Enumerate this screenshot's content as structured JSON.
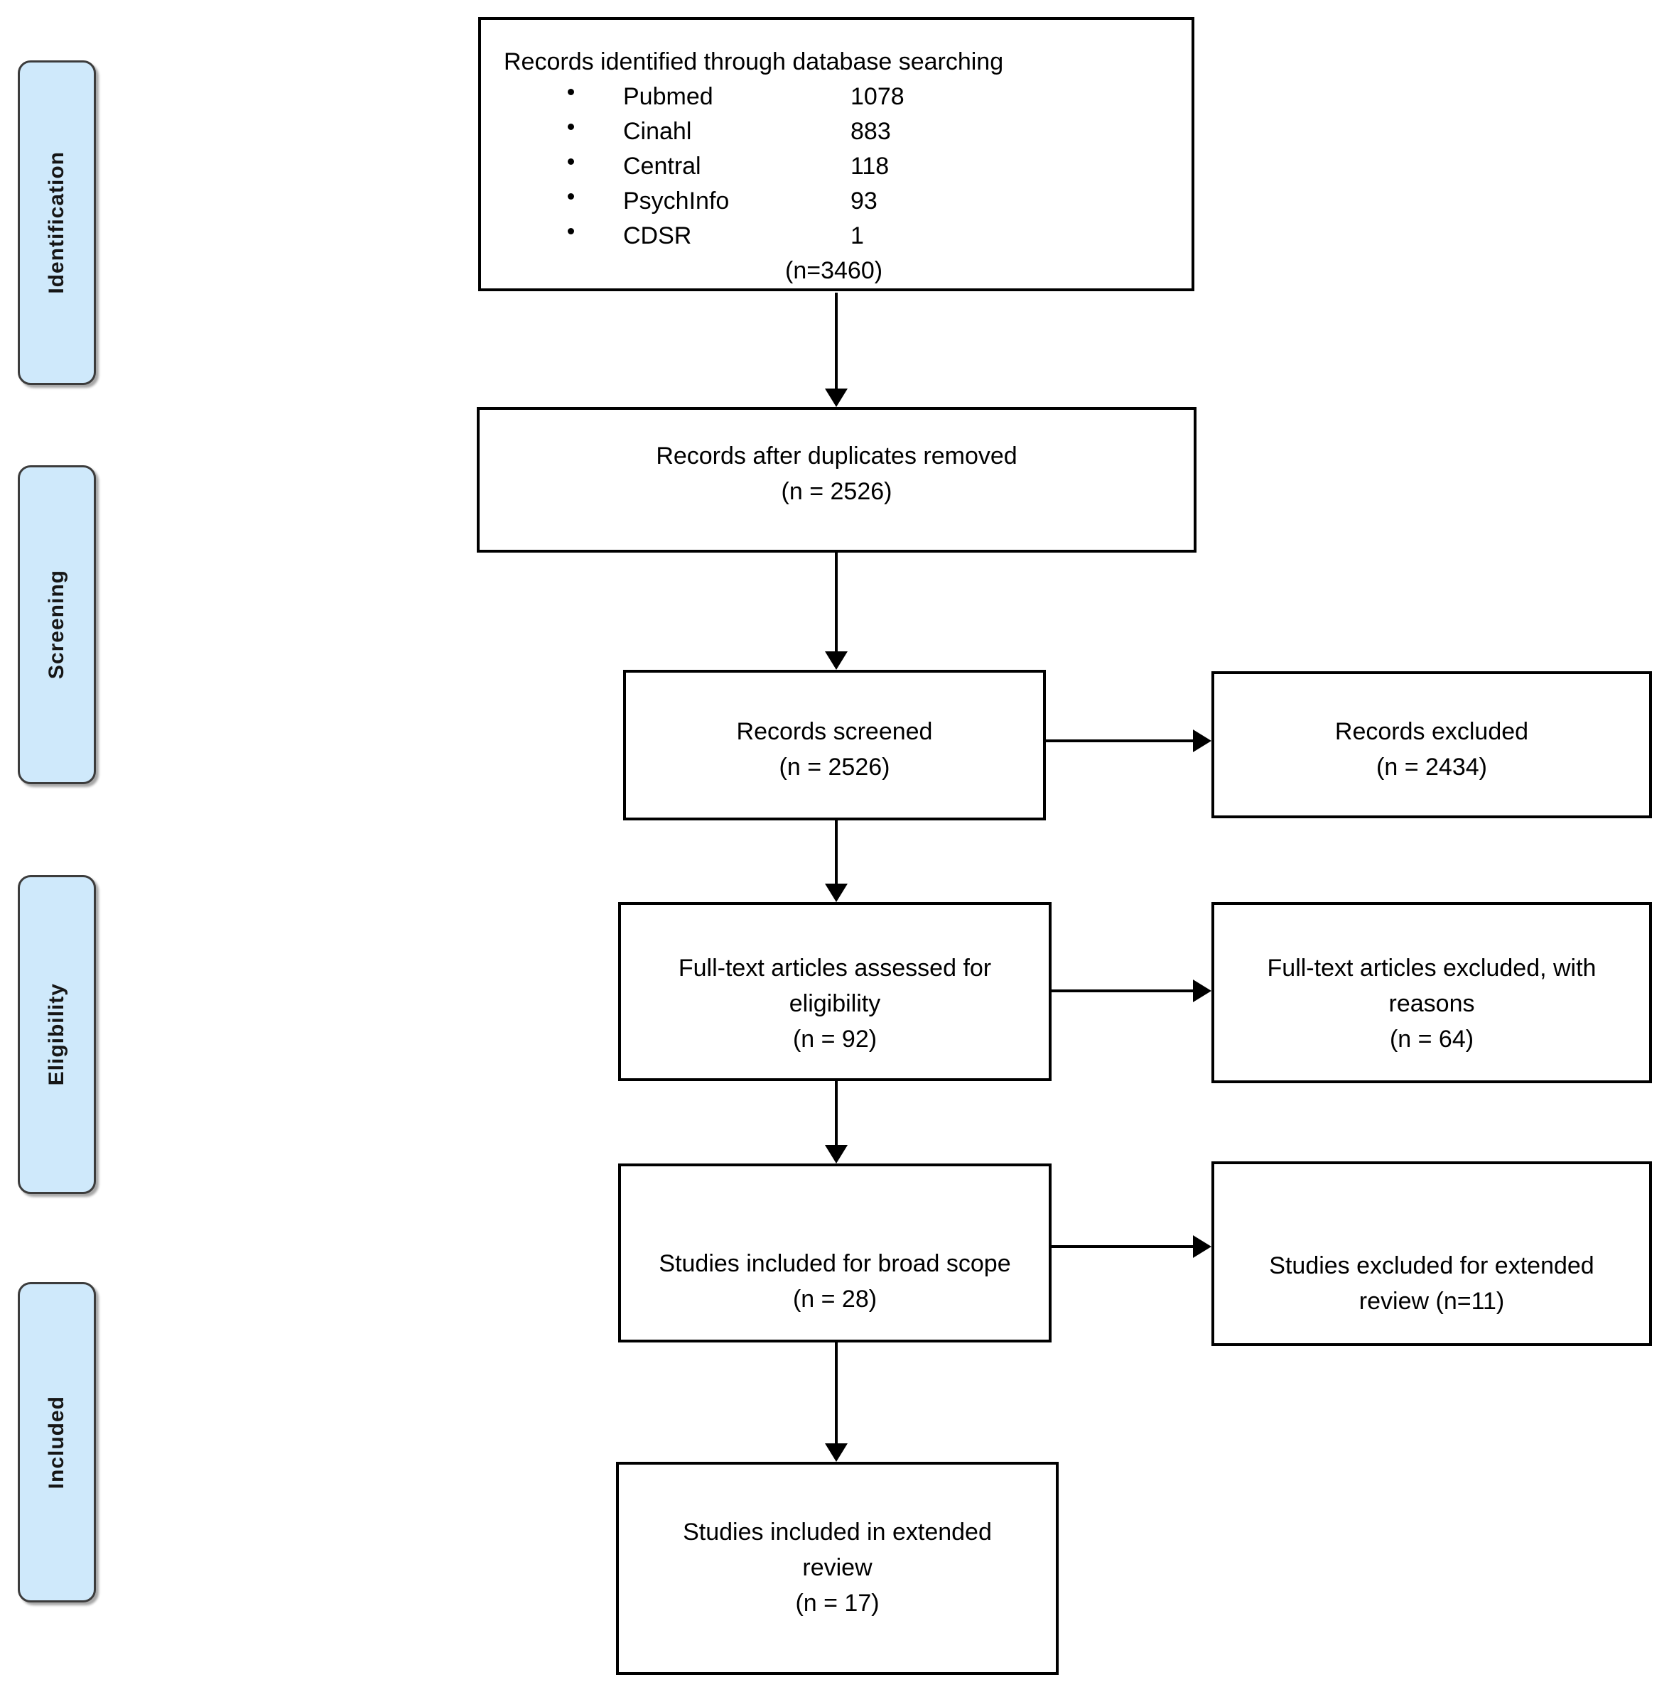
{
  "colors": {
    "stage_fill": "#cfe9fb",
    "stage_border": "#3c3c3c",
    "box_border": "#000000",
    "arrow": "#000000"
  },
  "sidebar": {
    "stages": [
      {
        "label": "Identification"
      },
      {
        "label": "Screening"
      },
      {
        "label": "Eligibility"
      },
      {
        "label": "Included"
      }
    ]
  },
  "flow": {
    "identification_box": {
      "title": "Records identified through database searching",
      "sources": [
        {
          "name": "Pubmed",
          "count": "1078"
        },
        {
          "name": "Cinahl",
          "count": "883"
        },
        {
          "name": "Central",
          "count": "118"
        },
        {
          "name": "PsychInfo",
          "count": "93"
        },
        {
          "name": "CDSR",
          "count": "1"
        }
      ],
      "total": "(n=3460)"
    },
    "duplicates_box": {
      "lines": [
        "Records after duplicates removed",
        "(n = 2526)"
      ]
    },
    "screened_box": {
      "lines": [
        "Records screened",
        "(n = 2526)"
      ]
    },
    "records_excluded_box": {
      "lines": [
        "Records excluded",
        "(n = 2434)"
      ]
    },
    "fulltext_box": {
      "lines": [
        "Full-text articles assessed for",
        "eligibility",
        "(n = 92)"
      ]
    },
    "fulltext_excluded_box": {
      "lines": [
        "Full-text articles excluded, with",
        "reasons",
        "(n = 64)"
      ]
    },
    "broad_scope_box": {
      "lines": [
        "Studies included for broad scope",
        "(n = 28)"
      ]
    },
    "extended_excluded_box": {
      "lines": [
        "Studies excluded for extended",
        "review (n=11)"
      ]
    },
    "extended_review_box": {
      "lines": [
        "Studies included in extended",
        "review",
        "(n = 17)"
      ]
    }
  }
}
